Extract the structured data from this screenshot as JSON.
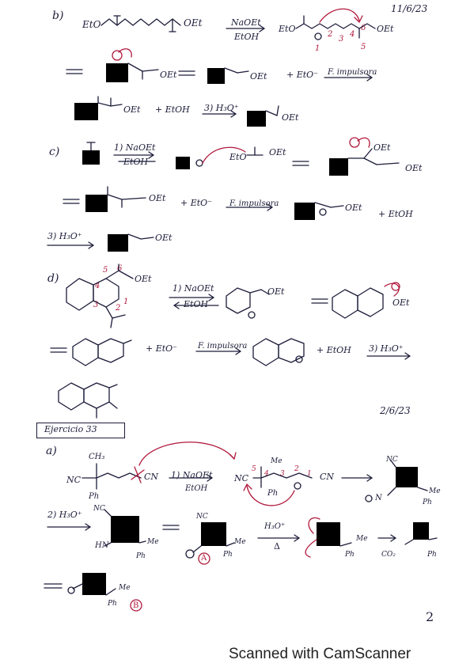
{
  "scan": {
    "date_top": "11/6/23",
    "date_mid": "2/6/23",
    "exercise_label": "Ejercicio 33",
    "page_number": "2",
    "footer": "Scanned with CamScanner"
  },
  "section_b": {
    "label": "b)",
    "reagent_top": "NaOEt",
    "reagent_bottom": "EtOH",
    "ester_left": "EtO",
    "ester_right": "OEt",
    "numbers": [
      "1",
      "2",
      "3",
      "4",
      "5",
      "6"
    ],
    "byproduct": "+ EtO⁻",
    "fimp": "F. impulsora",
    "plus_etoh": "+ EtOH",
    "acid": "3) H₃O⁺",
    "oet": "OEt"
  },
  "section_c": {
    "label": "c)",
    "reagent_top": "1) NaOEt",
    "reagent_bottom": "EtOH",
    "eto": "EtO",
    "oet": "OEt",
    "byproduct": "+ EtO⁻",
    "fimp": "F. impulsora",
    "plus_etoh": "+ EtOH",
    "acid": "3) H₃O⁺"
  },
  "section_d": {
    "label": "d)",
    "reagent_top": "1) NaOEt",
    "reagent_bottom": "EtOH",
    "oet": "OEt",
    "byproduct": "+ EtO⁻",
    "fimp": "F. impulsora",
    "plus_etoh": "+ EtOH",
    "acid": "3) H₃O⁺",
    "numbers": [
      "5",
      "6",
      "4",
      "3",
      "2",
      "1"
    ]
  },
  "section_a33": {
    "label": "a)",
    "ch3": "CH₃",
    "nc": "NC",
    "cn": "CN",
    "ph": "Ph",
    "me": "Me",
    "reagent_top": "1) NaOEt",
    "reagent_bottom": "EtOH",
    "acid": "2) H₃O⁺",
    "hn": "HN",
    "on": "N",
    "h3o": "H₃O⁺",
    "delta": "Δ",
    "co2": "CO₂",
    "label_a": "A",
    "label_b": "B",
    "numbers": [
      "5",
      "4",
      "3",
      "2",
      "1"
    ]
  }
}
